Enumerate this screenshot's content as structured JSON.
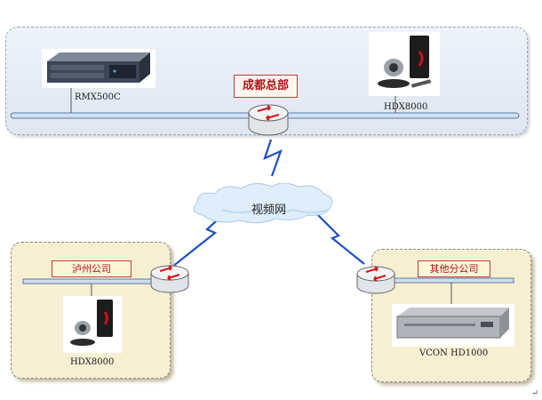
{
  "headquarters": {
    "label": "成都总部",
    "devices": {
      "rmx": "RMX500C",
      "hdx": "HDX8000"
    }
  },
  "cloud": {
    "label": "视频网"
  },
  "branch_left": {
    "label": "泸州公司",
    "device": "HDX8000"
  },
  "branch_right": {
    "label": "其他分公司",
    "device": "VCON HD1000"
  },
  "page_mark": "↵"
}
